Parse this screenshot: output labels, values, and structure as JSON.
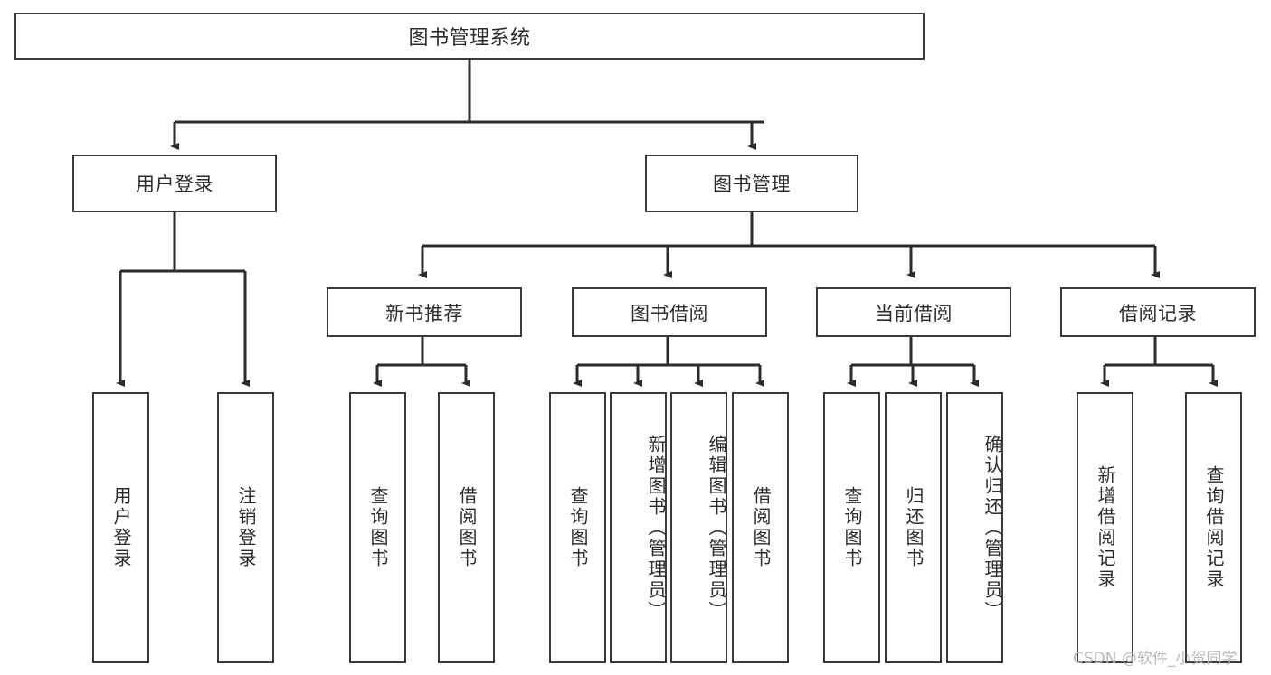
{
  "diagram": {
    "type": "tree-hierarchy",
    "title": "图书管理系统",
    "watermark": "CSDN @软件_小贺同学",
    "colors": {
      "background": "#ffffff",
      "box_border": "#3a3a3a",
      "connector": "#2b2b2b",
      "text": "#2b2b2b",
      "watermark": "#b9b9b9"
    },
    "root": {
      "label": "图书管理系统"
    },
    "level2": [
      {
        "label": "用户登录"
      },
      {
        "label": "图书管理"
      }
    ],
    "level3": [
      {
        "label": "新书推荐"
      },
      {
        "label": "图书借阅"
      },
      {
        "label": "当前借阅"
      },
      {
        "label": "借阅记录"
      }
    ],
    "leaves": {
      "user_login": [
        {
          "label": "用户登录"
        },
        {
          "label": "注销登录"
        }
      ],
      "new_book_recommend": [
        {
          "label": "查询图书"
        },
        {
          "label": "借阅图书"
        }
      ],
      "book_borrow": [
        {
          "label": "查询图书"
        },
        {
          "label": "新增图书（管理员）"
        },
        {
          "label": "编辑图书（管理员）"
        },
        {
          "label": "借阅图书"
        }
      ],
      "current_borrow": [
        {
          "label": "查询图书"
        },
        {
          "label": "归还图书"
        },
        {
          "label": "确认归还（管理员）"
        }
      ],
      "borrow_record": [
        {
          "label": "新增借阅记录"
        },
        {
          "label": "查询借阅记录"
        }
      ]
    }
  }
}
